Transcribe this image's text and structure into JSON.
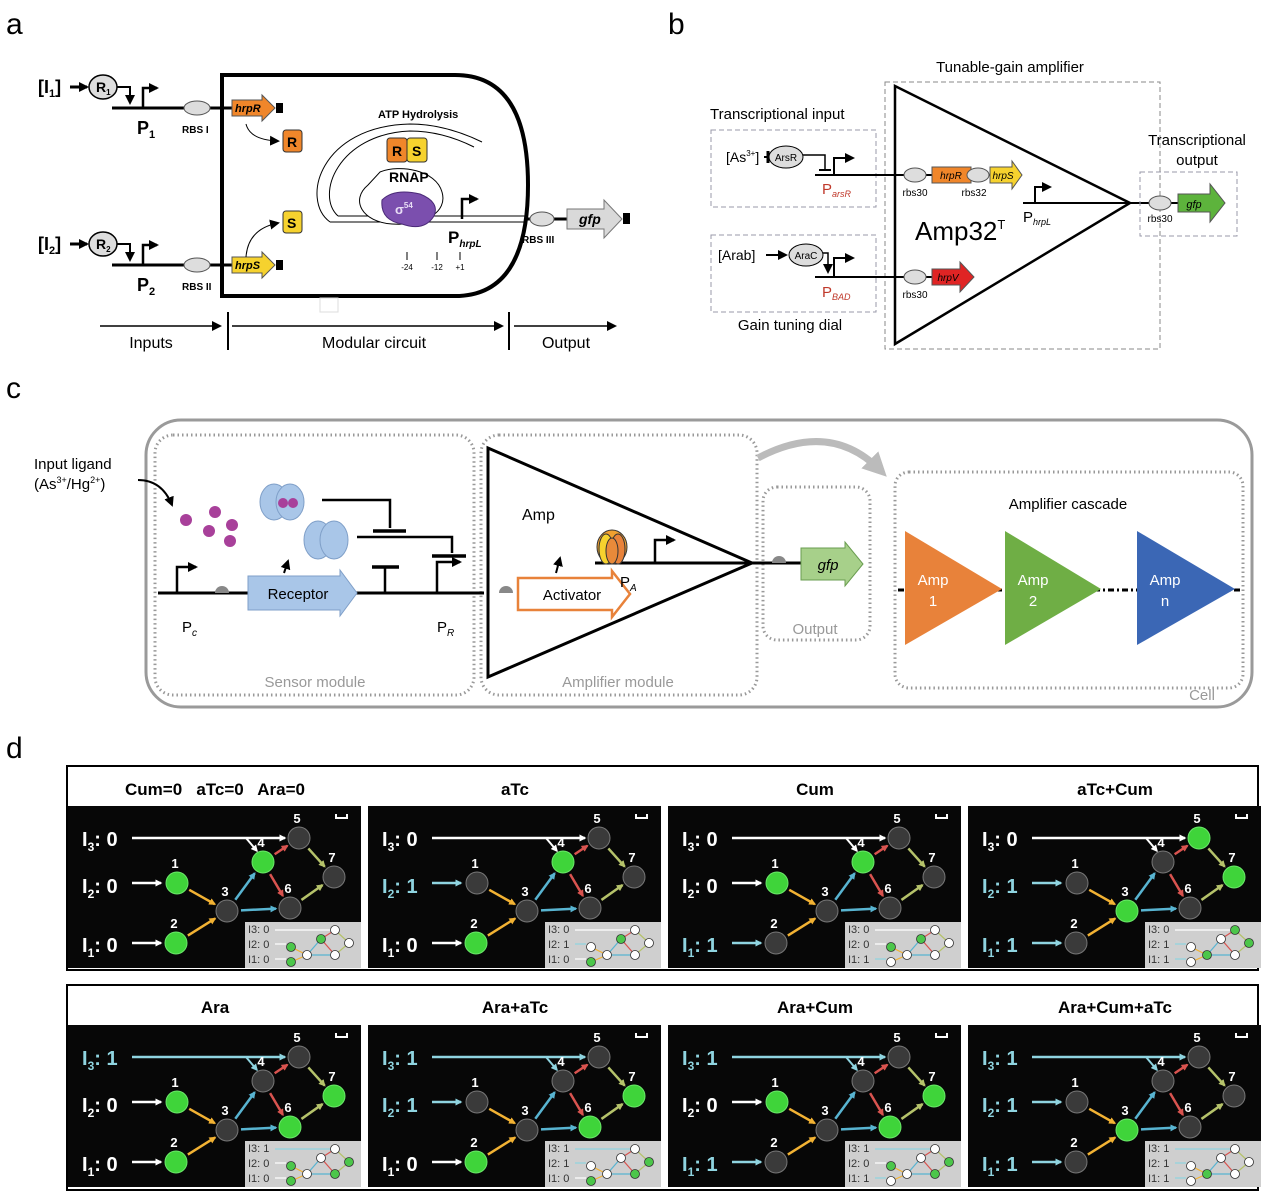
{
  "panel_labels": {
    "a": "a",
    "b": "b",
    "c": "c",
    "d": "d"
  },
  "a": {
    "inputs": [
      {
        "ligand": "[I",
        "ligand_sub": "1",
        "ligand_close": "]",
        "regulator": "R",
        "regulator_sub": "1",
        "promoter": "P",
        "promoter_sub": "1",
        "rbs": "RBS I",
        "gene": "hrpR",
        "protein": "R"
      },
      {
        "ligand": "[I",
        "ligand_sub": "2",
        "ligand_close": "]",
        "regulator": "R",
        "regulator_sub": "2",
        "promoter": "P",
        "promoter_sub": "2",
        "rbs": "RBS II",
        "gene": "hrpS",
        "protein": "S"
      }
    ],
    "atp": "ATP Hydrolysis",
    "complex": [
      "R",
      "S"
    ],
    "rnap": "RNAP",
    "sigma": "σ",
    "sigma_sup": "54",
    "promoter": "P",
    "promoter_sub": "hrpL",
    "ticks": [
      "-24",
      "-12",
      "+1"
    ],
    "rbs_out": "RBS III",
    "output_gene": "gfp",
    "sections": [
      "Inputs",
      "Modular circuit",
      "Output"
    ],
    "colors": {
      "hrpR": "#f0862a",
      "hrpS": "#f6d22e",
      "sigma54": "#7b4fae",
      "gfp": "#d9d9d9"
    }
  },
  "b": {
    "title": "Tunable-gain amplifier",
    "input_title": "Transcriptional input",
    "input_ligand": "[As",
    "input_ligand_sup": "3+",
    "input_ligand_close": "]",
    "input_regulator": "ArsR",
    "input_promoter": "P",
    "input_promoter_sub": "arsR",
    "dial_ligand": "[Arab]",
    "dial_regulator": "AraC",
    "dial_promoter": "P",
    "dial_promoter_sub": "BAD",
    "dial_title": "Gain tuning dial",
    "rbs": [
      "rbs30",
      "rbs32",
      "rbs30",
      "rbs30"
    ],
    "genes": [
      "hrpR",
      "hrpS",
      "hrpV"
    ],
    "amp_name": "Amp32",
    "amp_sup": "T",
    "out_promoter": "P",
    "out_promoter_sub": "hrpL",
    "output_title": [
      "Transcriptional",
      "output"
    ],
    "output_gene": "gfp",
    "colors": {
      "hrpR": "#f0862a",
      "hrpS": "#f6d22e",
      "hrpV": "#e02424",
      "gfp": "#5db33c",
      "promoter_label": "#c0392b"
    }
  },
  "c": {
    "input_ligand": [
      "Input ligand",
      "(As",
      "3+",
      "/Hg",
      "2+",
      ")"
    ],
    "receptor": "Receptor",
    "promoter_c": "P",
    "promoter_c_sub": "c",
    "promoter_r": "P",
    "promoter_r_sub": "R",
    "sensor_module": "Sensor module",
    "amp": "Amp",
    "activator": "Activator",
    "promoter_a": "P",
    "promoter_a_sub": "A",
    "amplifier_module": "Amplifier module",
    "output_gene": "gfp",
    "output": "Output",
    "cascade_title": "Amplifier cascade",
    "cascade": [
      {
        "label": "Amp",
        "index": "1",
        "color": "#e8823a"
      },
      {
        "label": "Amp",
        "index": "2",
        "color": "#6fae45"
      },
      {
        "label": "Amp",
        "index": "n",
        "color": "#3b67b5"
      }
    ],
    "cell": "Cell",
    "colors": {
      "receptor": "#a9c6e8",
      "ligand": "#a8409a",
      "activator_outline": "#e8823a",
      "gfp": "#a7d08a"
    }
  },
  "d": {
    "input_colors": {
      "0": "#ffffff",
      "1": "#8fd4e0"
    },
    "edge_colors": {
      "1-3": "#f2b233",
      "2-3": "#f2b233",
      "3-4": "#58b4d1",
      "3-6": "#58b4d1",
      "4-5": "#d9534f",
      "4-6": "#d9534f",
      "5-7": "#b5c26a",
      "6-7": "#b5c26a"
    },
    "colony_on_color": "#3fd43a",
    "colony_off_color": "#3a3a3a",
    "panels": [
      {
        "title": "Cum=0   aTc=0   Ara=0",
        "inputs": {
          "I3": 0,
          "I2": 0,
          "I1": 0
        },
        "on": [
          1,
          2,
          4
        ]
      },
      {
        "title": "aTc",
        "inputs": {
          "I3": 0,
          "I2": 1,
          "I1": 0
        },
        "on": [
          2,
          4
        ]
      },
      {
        "title": "Cum",
        "inputs": {
          "I3": 0,
          "I2": 0,
          "I1": 1
        },
        "on": [
          1,
          4
        ]
      },
      {
        "title": "aTc+Cum",
        "inputs": {
          "I3": 0,
          "I2": 1,
          "I1": 1
        },
        "on": [
          3,
          5,
          7
        ]
      },
      {
        "title": "Ara",
        "inputs": {
          "I3": 1,
          "I2": 0,
          "I1": 0
        },
        "on": [
          1,
          2,
          6,
          7
        ]
      },
      {
        "title": "Ara+aTc",
        "inputs": {
          "I3": 1,
          "I2": 1,
          "I1": 0
        },
        "on": [
          2,
          6,
          7
        ]
      },
      {
        "title": "Ara+Cum",
        "inputs": {
          "I3": 1,
          "I2": 0,
          "I1": 1
        },
        "on": [
          1,
          6,
          7
        ]
      },
      {
        "title": "Ara+Cum+aTc",
        "inputs": {
          "I3": 1,
          "I2": 1,
          "I1": 1
        },
        "on": [
          3
        ]
      }
    ]
  }
}
